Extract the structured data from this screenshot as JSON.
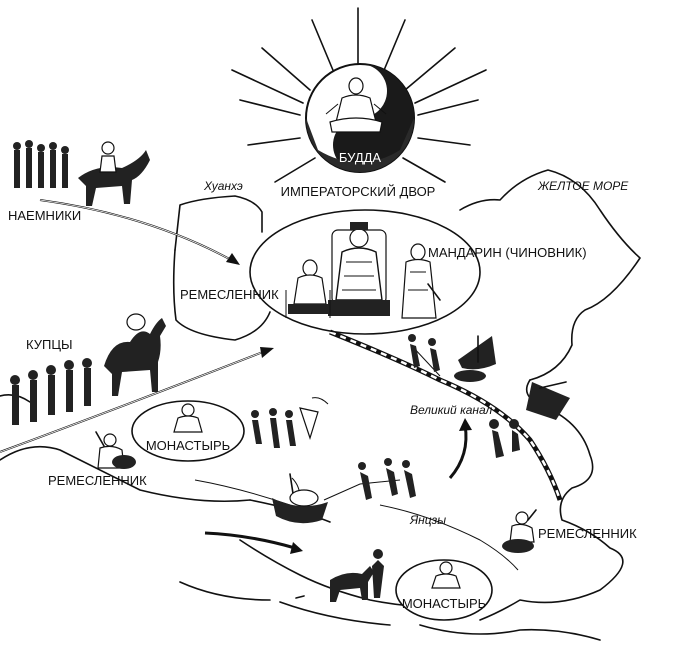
{
  "labels": {
    "buddha": "БУДДА",
    "imperial_court": "ИМПЕРАТОРСКИЙ ДВОР",
    "yellow_sea": "ЖЕЛТОЕ МОРЕ",
    "huanghe": "Хуанхэ",
    "mercenaries": "НАЕМНИКИ",
    "mandarin": "МАНДАРИН (ЧИНОВНИК)",
    "artisan_court": "РЕМЕСЛЕННИК",
    "merchants": "КУПЦЫ",
    "grand_canal": "Великий канал",
    "monastery_1": "МОНАСТЫРЬ",
    "artisan_left": "РЕМЕСЛЕННИК",
    "yangtze": "Янцзы",
    "artisan_right": "РЕМЕСЛЕННИК",
    "monastery_2": "МОНАСТЫРЬ"
  },
  "colors": {
    "ink": "#111111",
    "paper": "#ffffff"
  }
}
